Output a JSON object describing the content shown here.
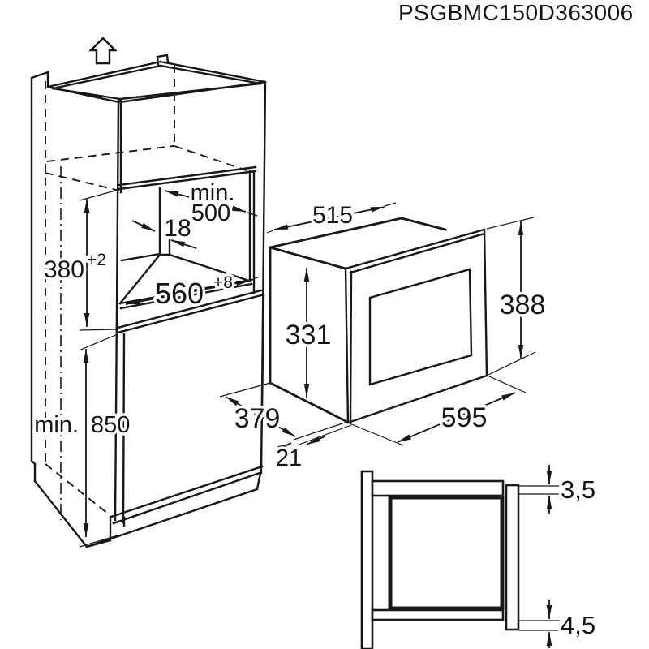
{
  "product_code": "PSGBMC150D363006",
  "cabinet": {
    "niche_depth_prefix": "min.",
    "niche_depth_value": "500",
    "panel_thickness": "18",
    "niche_height_value": "380",
    "niche_height_tolerance": "+2",
    "niche_width_value": "560",
    "niche_width_tolerance": "+8",
    "worktop_height_prefix": "min.",
    "worktop_height_value": "850"
  },
  "oven": {
    "depth_overall": "515",
    "body_height": "331",
    "front_height": "388",
    "front_width": "595",
    "body_depth": "379",
    "frame_projection": "21"
  },
  "section": {
    "top_overlap": "3,5",
    "bottom_overlap": "4,5"
  }
}
